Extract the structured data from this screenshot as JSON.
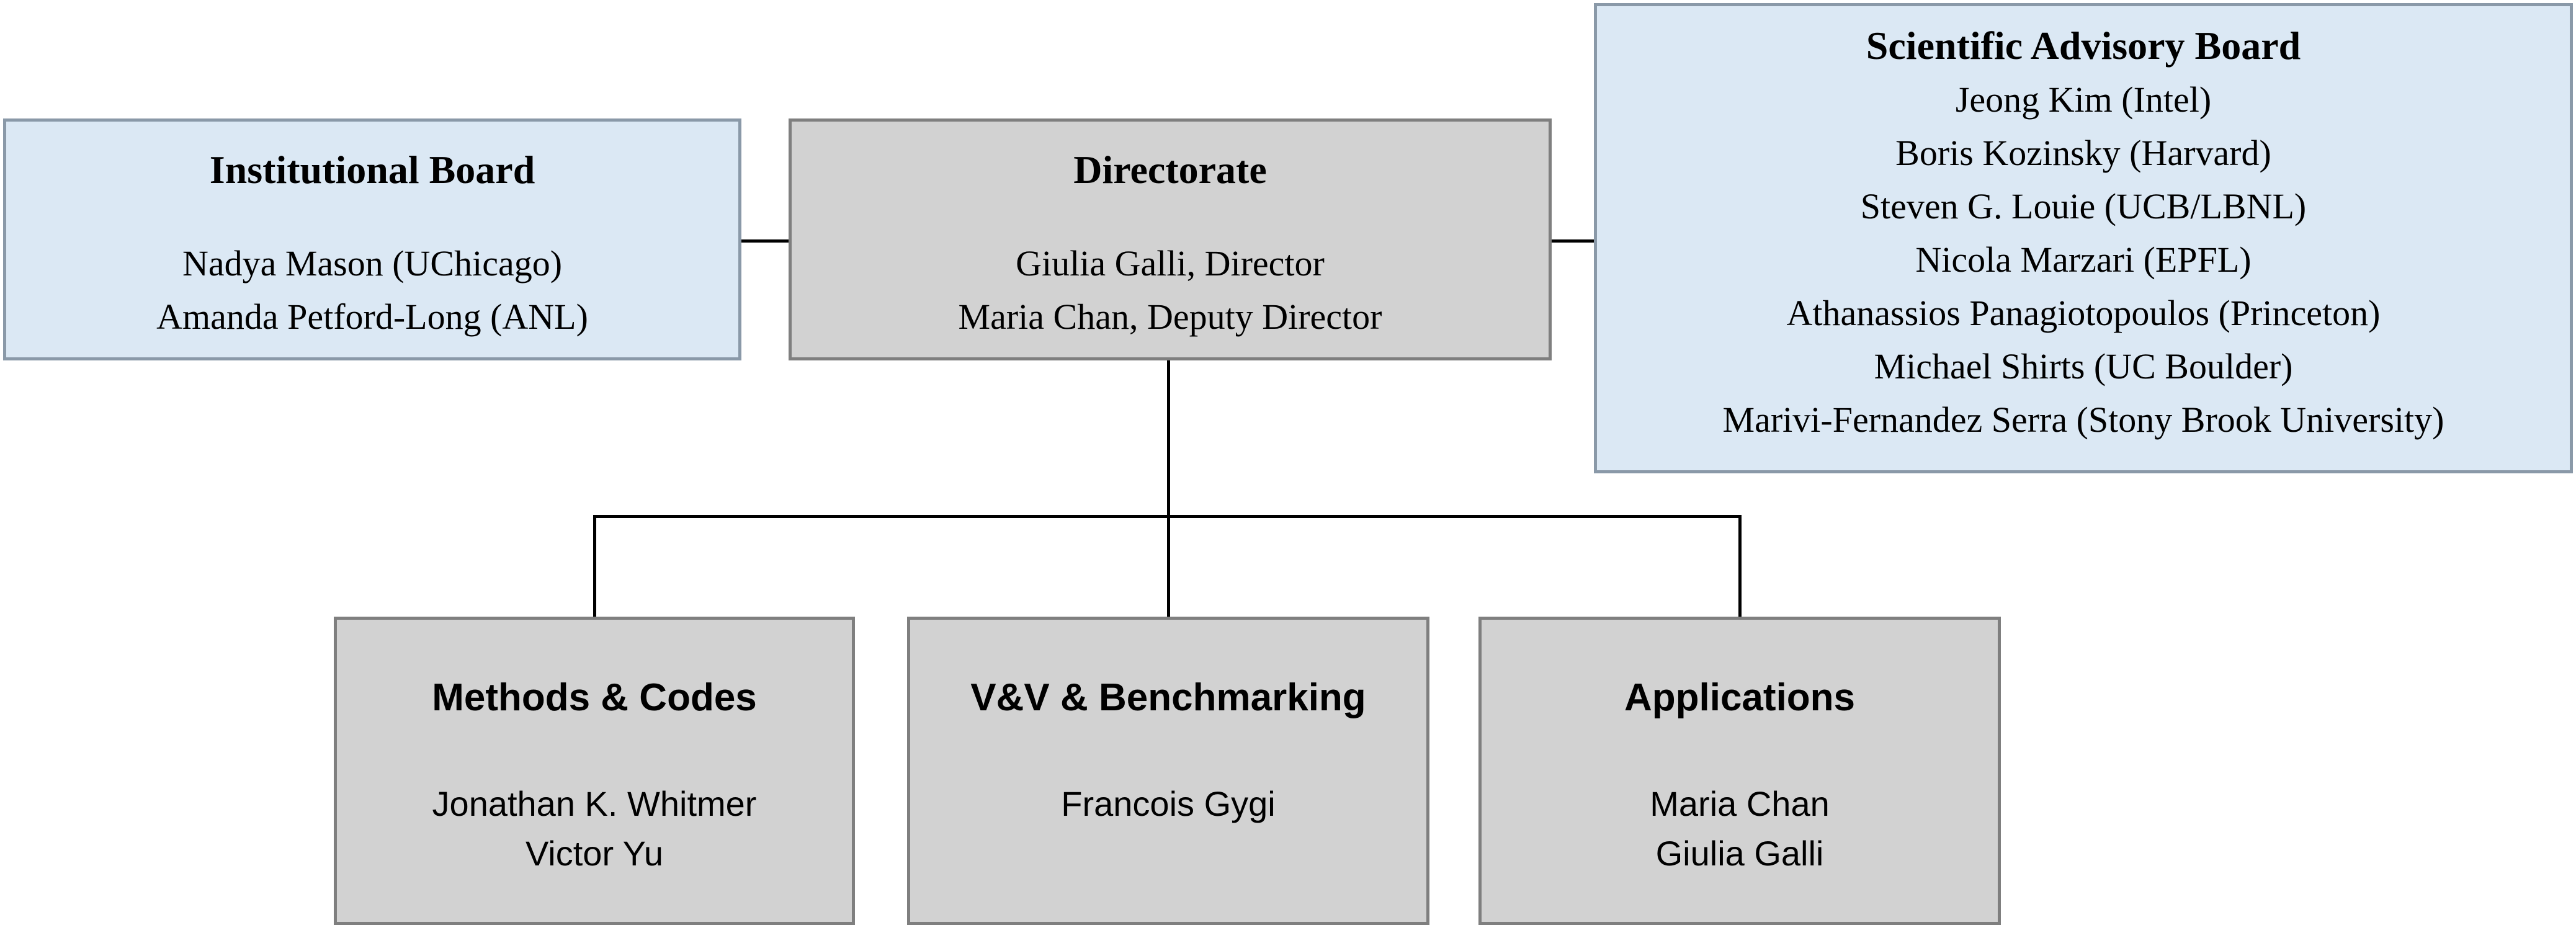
{
  "org": {
    "institutional_board": {
      "title": "Institutional Board",
      "members": [
        "Nadya Mason (UChicago)",
        "Amanda Petford-Long (ANL)"
      ]
    },
    "directorate": {
      "title": "Directorate",
      "members": [
        "Giulia Galli, Director",
        "Maria Chan, Deputy Director"
      ]
    },
    "scientific_advisory_board": {
      "title": "Scientific Advisory Board",
      "members": [
        "Jeong Kim (Intel)",
        "Boris Kozinsky (Harvard)",
        "Steven G. Louie (UCB/LBNL)",
        "Nicola Marzari (EPFL)",
        "Athanassios Panagiotopoulos (Princeton)",
        "Michael Shirts (UC Boulder)",
        "Marivi-Fernandez Serra (Stony Brook University)"
      ]
    },
    "methods_codes": {
      "title": "Methods & Codes",
      "members": [
        "Jonathan K. Whitmer",
        "Victor Yu"
      ]
    },
    "vv_benchmarking": {
      "title": "V&V & Benchmarking",
      "members": [
        "Francois Gygi"
      ]
    },
    "applications": {
      "title": "Applications",
      "members": [
        "Maria Chan",
        "Giulia Galli"
      ]
    }
  },
  "colors": {
    "board_fill": "#dbe8f4",
    "board_border": "#8a99a8",
    "unit_fill": "#d2d2d2",
    "unit_border": "#7f7f7f",
    "line_color": "#000000"
  }
}
